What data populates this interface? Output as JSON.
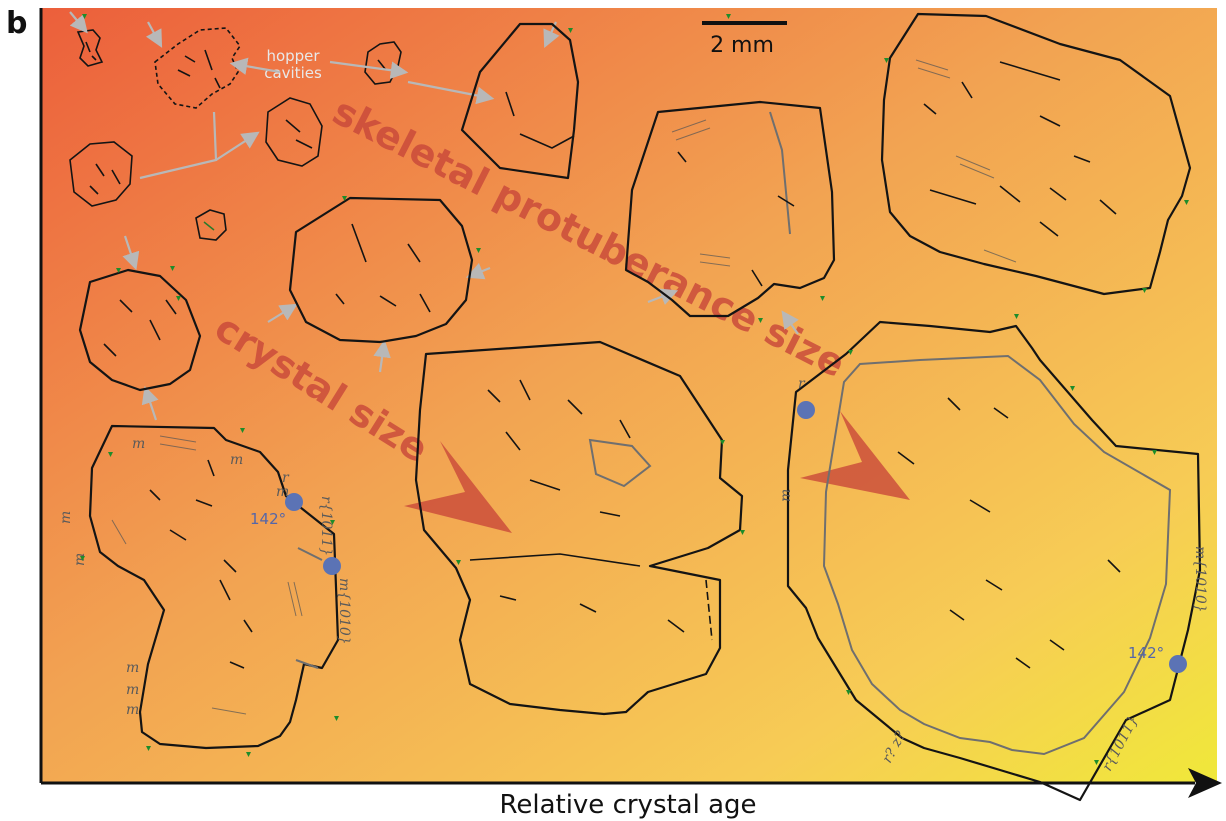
{
  "panel_letter": "b",
  "x_axis_label": "Relative crystal age",
  "scale_bar_label": "2 mm",
  "hopper_label_line1": "hopper",
  "hopper_label_line2": "cavities",
  "trend_label_protuberance": "skeletal protuberance size",
  "trend_label_crystal": "crystal size",
  "angle_labels": [
    "142°",
    "142°"
  ],
  "face_labels": {
    "m": "m",
    "r": "r",
    "m_1010": "m{1010}",
    "r_1011": "r{1011}",
    "rz": "r? z?"
  },
  "colors": {
    "gradient_top_left": "#ec5f3b",
    "gradient_middle": "#f2a352",
    "gradient_bottom_right": "#f0e83a",
    "trend_text": "#c9493a",
    "angle_marker": "#5b73b5",
    "crystal_outline": "#141414",
    "inner_growth_line": "#6f6f6f",
    "annotation_arrow": "#b8b8b8",
    "face_tick": "#1e8c2a"
  }
}
